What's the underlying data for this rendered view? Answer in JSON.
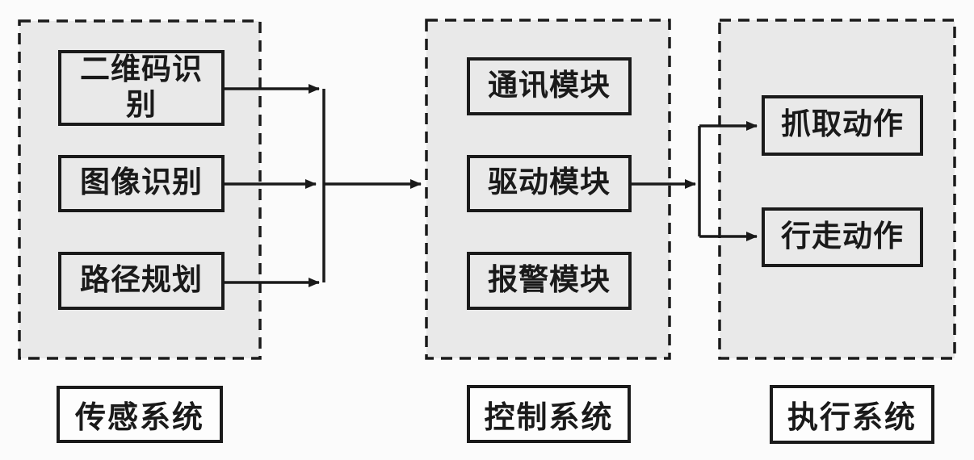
{
  "diagram": {
    "title": "robot-system-architecture-flowchart",
    "systems": [
      {
        "label": "传感系统",
        "modules": [
          "二维码识\n别",
          "图像识别",
          "路径规划"
        ]
      },
      {
        "label": "控制系统",
        "modules": [
          "通讯模块",
          "驱动模块",
          "报警模块"
        ]
      },
      {
        "label": "执行系统",
        "modules": [
          "抓取动作",
          "行走动作"
        ]
      }
    ],
    "connections": [
      {
        "from": "二维码识别",
        "to": "merge-junction-left"
      },
      {
        "from": "图像识别",
        "to": "merge-junction-left"
      },
      {
        "from": "路径规划",
        "to": "merge-junction-left"
      },
      {
        "from": "merge-junction-left",
        "to": "控制系统"
      },
      {
        "from": "驱动模块",
        "to": "split-junction-right"
      },
      {
        "from": "split-junction-right",
        "to": "抓取动作"
      },
      {
        "from": "split-junction-right",
        "to": "行走动作"
      }
    ],
    "colors": {
      "page_background": "#fbfbfb",
      "container_fill": "#e9e9e9",
      "line_and_text": "#1a1a1a",
      "label_fill": "#fdfdfd"
    }
  }
}
